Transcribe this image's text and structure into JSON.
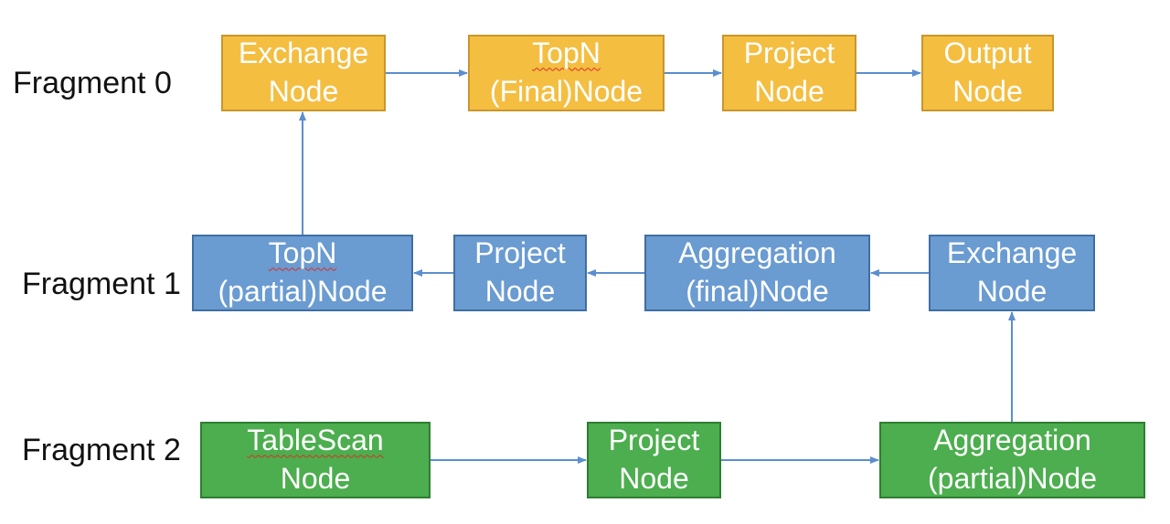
{
  "colors": {
    "fragment0": "#F4BE41",
    "fragment0_border": "#C9962A",
    "fragment1": "#6A9BD1",
    "fragment1_border": "#3F6EA3",
    "fragment2": "#4CAE4E",
    "fragment2_border": "#2F7E31",
    "arrow": "#5B8ED0"
  },
  "fragments": [
    {
      "label": "Fragment 0"
    },
    {
      "label": "Fragment 1"
    },
    {
      "label": "Fragment 2"
    }
  ],
  "nodes": {
    "f0_exchange": {
      "line1": "Exchange",
      "line2": "Node"
    },
    "f0_topn_final": {
      "line1": "TopN",
      "line2": "(Final)Node"
    },
    "f0_project": {
      "line1": "Project",
      "line2": "Node"
    },
    "f0_output": {
      "line1": "Output",
      "line2": "Node"
    },
    "f1_topn_partial": {
      "line1": "TopN",
      "line2": "(partial)Node"
    },
    "f1_project": {
      "line1": "Project",
      "line2": "Node"
    },
    "f1_aggregation_final": {
      "line1": "Aggregation",
      "line2": "(final)Node"
    },
    "f1_exchange": {
      "line1": "Exchange",
      "line2": "Node"
    },
    "f2_tablescan": {
      "line1": "TableScan",
      "line2": "Node"
    },
    "f2_project": {
      "line1": "Project",
      "line2": "Node"
    },
    "f2_aggregation_partial": {
      "line1": "Aggregation",
      "line2": "(partial)Node"
    }
  },
  "edges": [
    {
      "from": "f2_tablescan",
      "to": "f2_project"
    },
    {
      "from": "f2_project",
      "to": "f2_aggregation_partial"
    },
    {
      "from": "f2_aggregation_partial",
      "to": "f1_exchange"
    },
    {
      "from": "f1_exchange",
      "to": "f1_aggregation_final"
    },
    {
      "from": "f1_aggregation_final",
      "to": "f1_project"
    },
    {
      "from": "f1_project",
      "to": "f1_topn_partial"
    },
    {
      "from": "f1_topn_partial",
      "to": "f0_exchange"
    },
    {
      "from": "f0_exchange",
      "to": "f0_topn_final"
    },
    {
      "from": "f0_topn_final",
      "to": "f0_project"
    },
    {
      "from": "f0_project",
      "to": "f0_output"
    }
  ]
}
